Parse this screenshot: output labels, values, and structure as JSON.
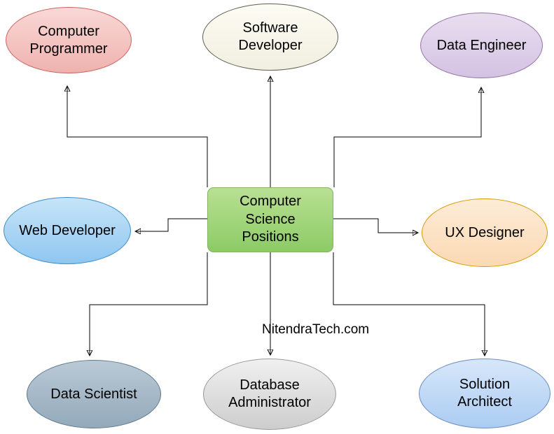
{
  "diagram": {
    "center_node": {
      "label": "Computer Science Positions",
      "lines": [
        "Computer",
        "Science",
        "Positions"
      ],
      "fill_top": "#b9e093",
      "fill_bottom": "#8ccb66",
      "stroke": "#82b366"
    },
    "nodes": [
      {
        "id": "computer-programmer",
        "label": "Computer Programmer",
        "fill_top": "#f9d8d6",
        "fill_bottom": "#efb2ae",
        "stroke": "#c96360"
      },
      {
        "id": "software-developer",
        "label": "Software Developer",
        "fill_top": "#fdfcf4",
        "fill_bottom": "#f1efe0",
        "stroke": "#5f5f52"
      },
      {
        "id": "data-engineer",
        "label": "Data Engineer",
        "fill_top": "#e8def0",
        "fill_bottom": "#d4c2e2",
        "stroke": "#9673a6"
      },
      {
        "id": "web-developer",
        "label": "Web Developer",
        "fill_top": "#c7e4f9",
        "fill_bottom": "#8fc7f0",
        "stroke": "#3d8ec9"
      },
      {
        "id": "ux-designer",
        "label": "UX Designer",
        "fill_top": "#fdecd7",
        "fill_bottom": "#fbd9b4",
        "stroke": "#d79b00"
      },
      {
        "id": "data-scientist",
        "label": "Data Scientist",
        "fill_top": "#bac9d6",
        "fill_bottom": "#93a9ba",
        "stroke": "#5f7a8e"
      },
      {
        "id": "database-administrator",
        "label": "Database Administrator",
        "fill_top": "#f0f0f0",
        "fill_bottom": "#cdcdcd",
        "stroke": "#9a9a9a"
      },
      {
        "id": "solution-architect",
        "label": "Solution Architect",
        "fill_top": "#d7e7fa",
        "fill_bottom": "#abccf2",
        "stroke": "#6c8ebf"
      }
    ],
    "watermark": "NitendraTech.com",
    "arrow_color": "#000000",
    "text_color": "#000000",
    "background_color": "#ffffff"
  }
}
